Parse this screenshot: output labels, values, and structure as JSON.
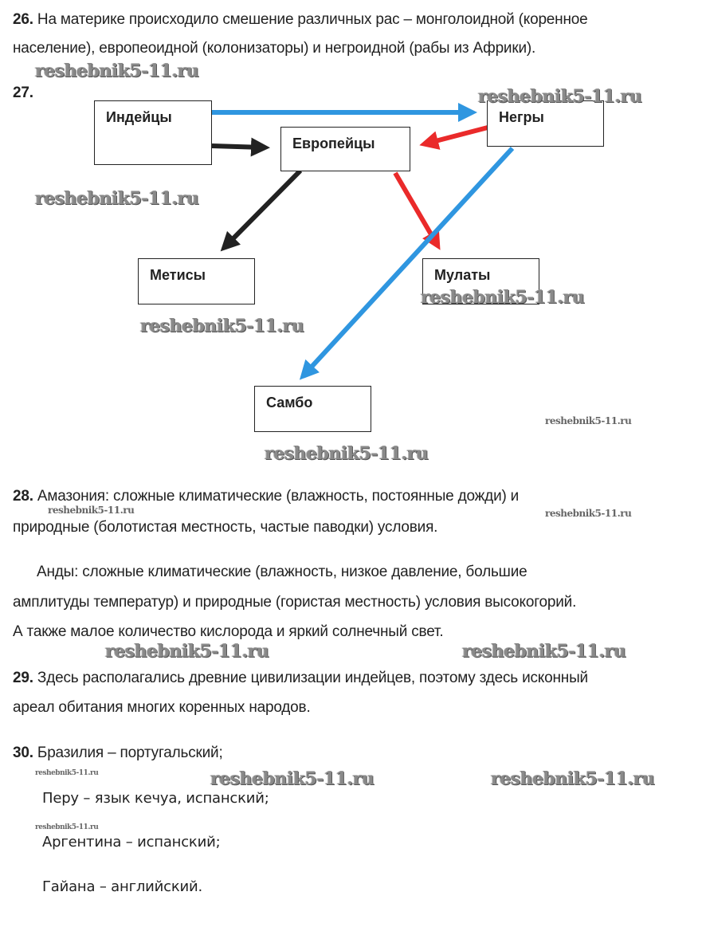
{
  "q26": {
    "num": "26.",
    "line1": "На материке происходило смешение различных рас – монголоидной (коренное",
    "line2": "население), европеоидной (колонизаторы) и негроидной (рабы из Африки)."
  },
  "q27": {
    "num": "27.",
    "nodes": {
      "indians": "Индейцы",
      "europeans": "Европейцы",
      "negroes": "Негры",
      "mestizos": "Метисы",
      "mulattoes": "Мулаты",
      "zambo": "Самбо"
    },
    "edges": [
      {
        "from": "indians",
        "to": "negroes",
        "color": "#2f96e0"
      },
      {
        "from": "indians",
        "to": "europeans",
        "color": "#222222"
      },
      {
        "from": "negroes",
        "to": "europeans",
        "color": "#ea2a2a"
      },
      {
        "from": "europeans",
        "to": "mestizos",
        "color": "#222222"
      },
      {
        "from": "europeans",
        "to": "mulattoes",
        "color": "#ea2a2a"
      },
      {
        "from": "negroes",
        "to": "zambo",
        "color": "#2f96e0"
      }
    ]
  },
  "q28": {
    "num": "28.",
    "line1": "Амазония: сложные климатические (влажность, постоянные дожди) и",
    "line2": "природные (болотистая местность, частые паводки) условия.",
    "line3": "Анды: сложные климатические (влажность, низкое давление, большие",
    "line4": "амплитуды температур) и природные (гористая местность) условия высокогорий.",
    "line5": "А также малое количество кислорода и яркий солнечный свет."
  },
  "q29": {
    "num": "29.",
    "line1": "Здесь располагались древние цивилизации индейцев, поэтому здесь исконный",
    "line2": "ареал обитания многих коренных народов."
  },
  "q30": {
    "num": "30.",
    "line1": "Бразилия – португальский;",
    "line2": "Перу – язык кечуа, испанский;",
    "line3": "Аргентина – испанский;",
    "line4": "Гайана – английский."
  },
  "watermark": "reshebnik5-11.ru"
}
